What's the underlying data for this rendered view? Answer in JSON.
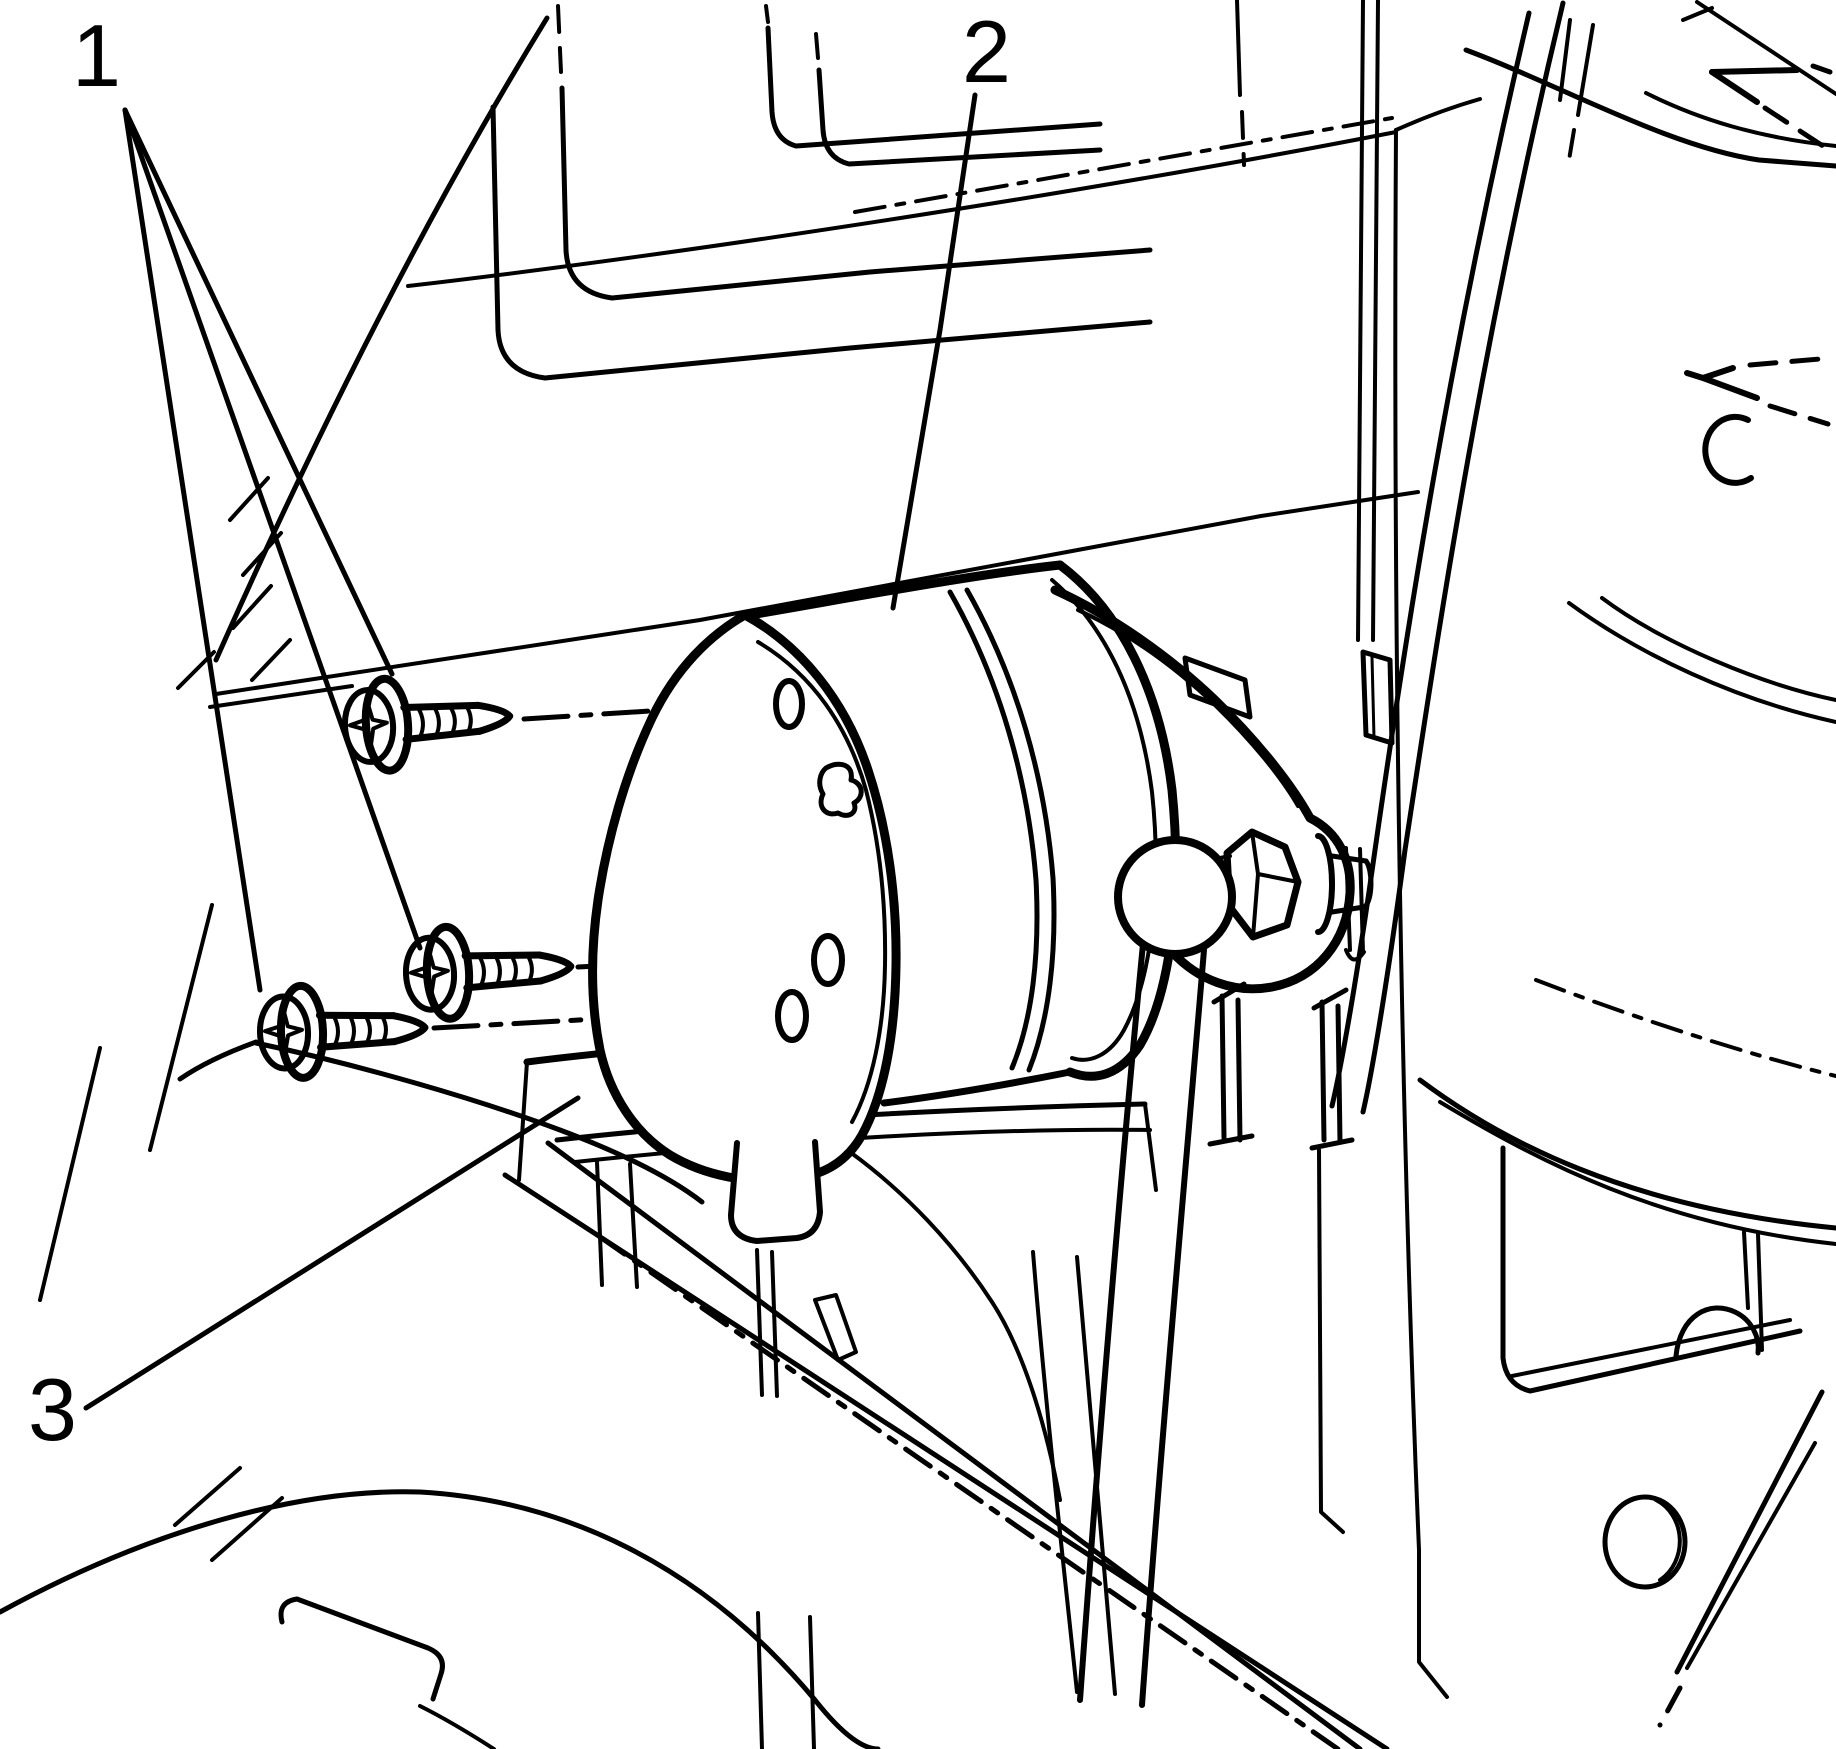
{
  "figure": {
    "type": "technical-line-illustration",
    "background_color": "#ffffff",
    "line_color": "#000000",
    "callouts": [
      {
        "number": "1"
      },
      {
        "number": "2"
      },
      {
        "number": "3"
      }
    ]
  }
}
